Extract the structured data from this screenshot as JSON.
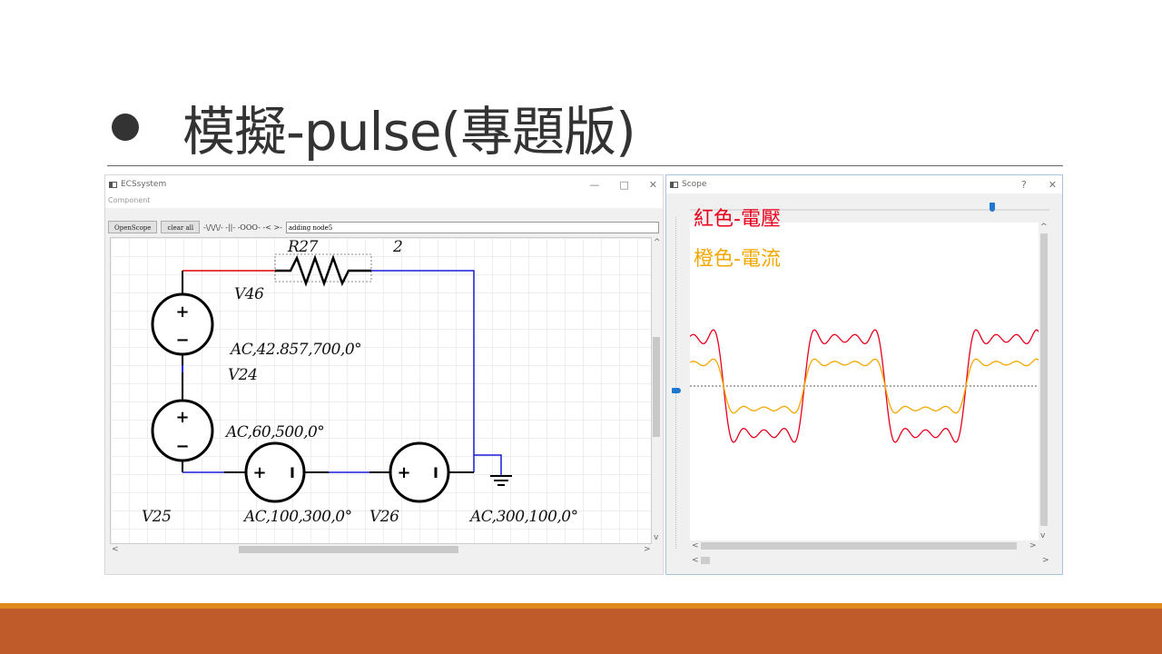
{
  "slide": {
    "title": "模擬-pulse(專題版)",
    "colors": {
      "title": "#333333",
      "footer_orange": "#e08a1e",
      "footer_rust": "#bf5a2a"
    }
  },
  "ecs_window": {
    "title": "ECSsystem",
    "menu": [
      "Component"
    ],
    "window_controls": [
      "—",
      "□",
      "✕"
    ],
    "toolbar": {
      "open_scope_label": "OpenScope",
      "clear_all_label": "clear all",
      "component_glyphs": "-\\/\\/\\/- -||- -OOO- -< >-",
      "status_text": "adding node5"
    },
    "circuit": {
      "labels": {
        "r27": "R27",
        "node2": "2",
        "v46": "V46",
        "v46_value": "AC,42.857,700,0°",
        "v24": "V24",
        "v24_value": "AC,60,500,0°",
        "v25": "V25",
        "v25_value": "AC,100,300,0°",
        "v26": "V26",
        "v26_value": "AC,300,100,0°"
      },
      "source_plus": "+",
      "source_minus": "−",
      "source_bar": "I"
    },
    "scroll_arrows": {
      "up": "^",
      "down": "v",
      "left": "<",
      "right": ">"
    }
  },
  "scope_window": {
    "title": "Scope",
    "window_controls": [
      "?",
      "✕"
    ],
    "legend": {
      "voltage_label": "紅色-電壓",
      "current_label": "橙色-電流",
      "voltage_color": "#e8001c",
      "current_color": "#f2a800"
    },
    "scroll_arrows": {
      "up": "^",
      "down": "v",
      "left": "<",
      "right": ">"
    }
  },
  "chart_data": {
    "type": "line",
    "title": "",
    "xlabel": "",
    "ylabel": "",
    "grid": false,
    "legend_position": "top-left",
    "description_of_signal": "square wave approximation from summed odd harmonics",
    "harmonics": [
      {
        "source": "V25",
        "amplitude": 100,
        "frequency": 300
      },
      {
        "source": "V26",
        "amplitude": 300,
        "frequency": 100
      },
      {
        "source": "V24",
        "amplitude": 60,
        "frequency": 500
      },
      {
        "source": "V46",
        "amplitude": 42.857,
        "frequency": 700
      }
    ],
    "series": [
      {
        "name": "紅色-電壓",
        "color": "#e8001c",
        "relative_scale": 1.0
      },
      {
        "name": "橙色-電流",
        "color": "#f2a800",
        "relative_scale": 0.48
      }
    ],
    "periods_shown": 2.1
  }
}
